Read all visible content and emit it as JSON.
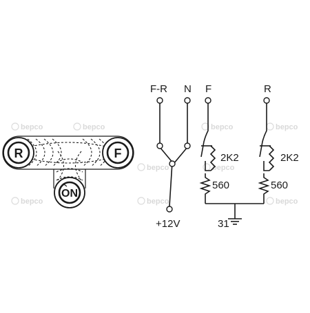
{
  "watermark": {
    "text": "bepco",
    "color": "#d9d9d9"
  },
  "switch": {
    "buttons": [
      {
        "name": "reverse",
        "label": "R"
      },
      {
        "name": "forward",
        "label": "F"
      },
      {
        "name": "on",
        "label": "ON"
      }
    ]
  },
  "circuit": {
    "left_block": {
      "terminals": {
        "fr": "F-R",
        "n": "N"
      },
      "supply": "+12V"
    },
    "right_block": {
      "terminals": {
        "f": "F",
        "r": "R"
      },
      "coil_resistor": "2K2",
      "series_resistor": "560",
      "ground": "31"
    }
  }
}
